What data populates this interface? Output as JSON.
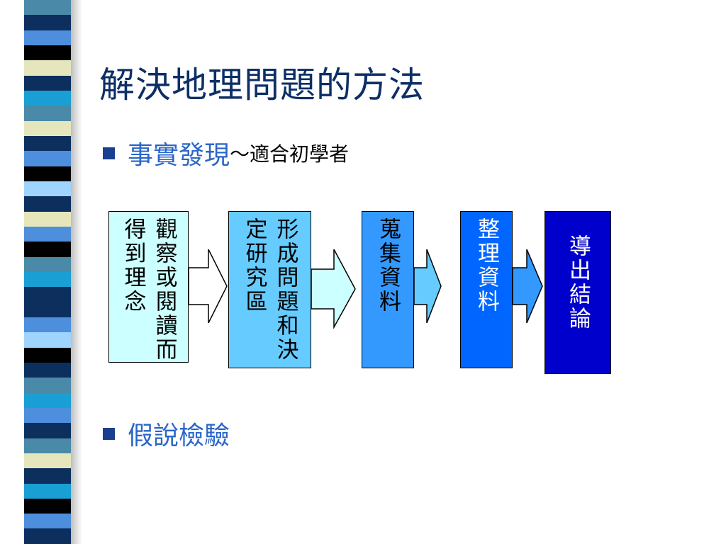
{
  "slide": {
    "title": "解決地理問題的方法",
    "bullets": [
      {
        "main": "事實發現",
        "sub": "～適合初學者"
      },
      {
        "main": "假說檢驗",
        "sub": ""
      }
    ]
  },
  "flow": {
    "steps": [
      {
        "text": "觀察或閱讀而得到理念",
        "fill": "#ccffff",
        "color": "#000000"
      },
      {
        "text": "形成問題和決定研究區",
        "fill": "#66ccff",
        "color": "#000000"
      },
      {
        "text": "蒐集資料",
        "fill": "#3399ff",
        "color": "#000000"
      },
      {
        "text": "整理資料",
        "fill": "#0066ff",
        "color": "#ffffff"
      },
      {
        "text": "導出結論",
        "fill": "#0000cc",
        "color": "#ffffff"
      }
    ]
  },
  "colors": {
    "title": "#0d2f66",
    "bullet_main": "#2a66c8",
    "bullet_square": "#1a3f8f",
    "stripes": [
      "#4a8aa8",
      "#0c2f5e",
      "#4d8fdc",
      "#000000",
      "#e6e6bc",
      "#0c2f5e",
      "#1a9fd4",
      "#4a8aa8",
      "#e6e6bc",
      "#0c2f5e",
      "#4d8fdc",
      "#000000",
      "#9fd4ff",
      "#0c2f5e",
      "#e6e6bc",
      "#4d8fdc",
      "#000000",
      "#4a8aa8",
      "#1a9fd4",
      "#0c2f5e",
      "#0c2f5e",
      "#4d8fdc",
      "#9fd4ff",
      "#000000",
      "#0c2f5e",
      "#4a8aa8",
      "#1a9fd4",
      "#4d8fdc",
      "#0c2f5e",
      "#4a8aa8",
      "#e6e6bc",
      "#0c2f5e",
      "#1a9fd4",
      "#000000",
      "#4d8fdc",
      "#0c2f5e"
    ]
  }
}
